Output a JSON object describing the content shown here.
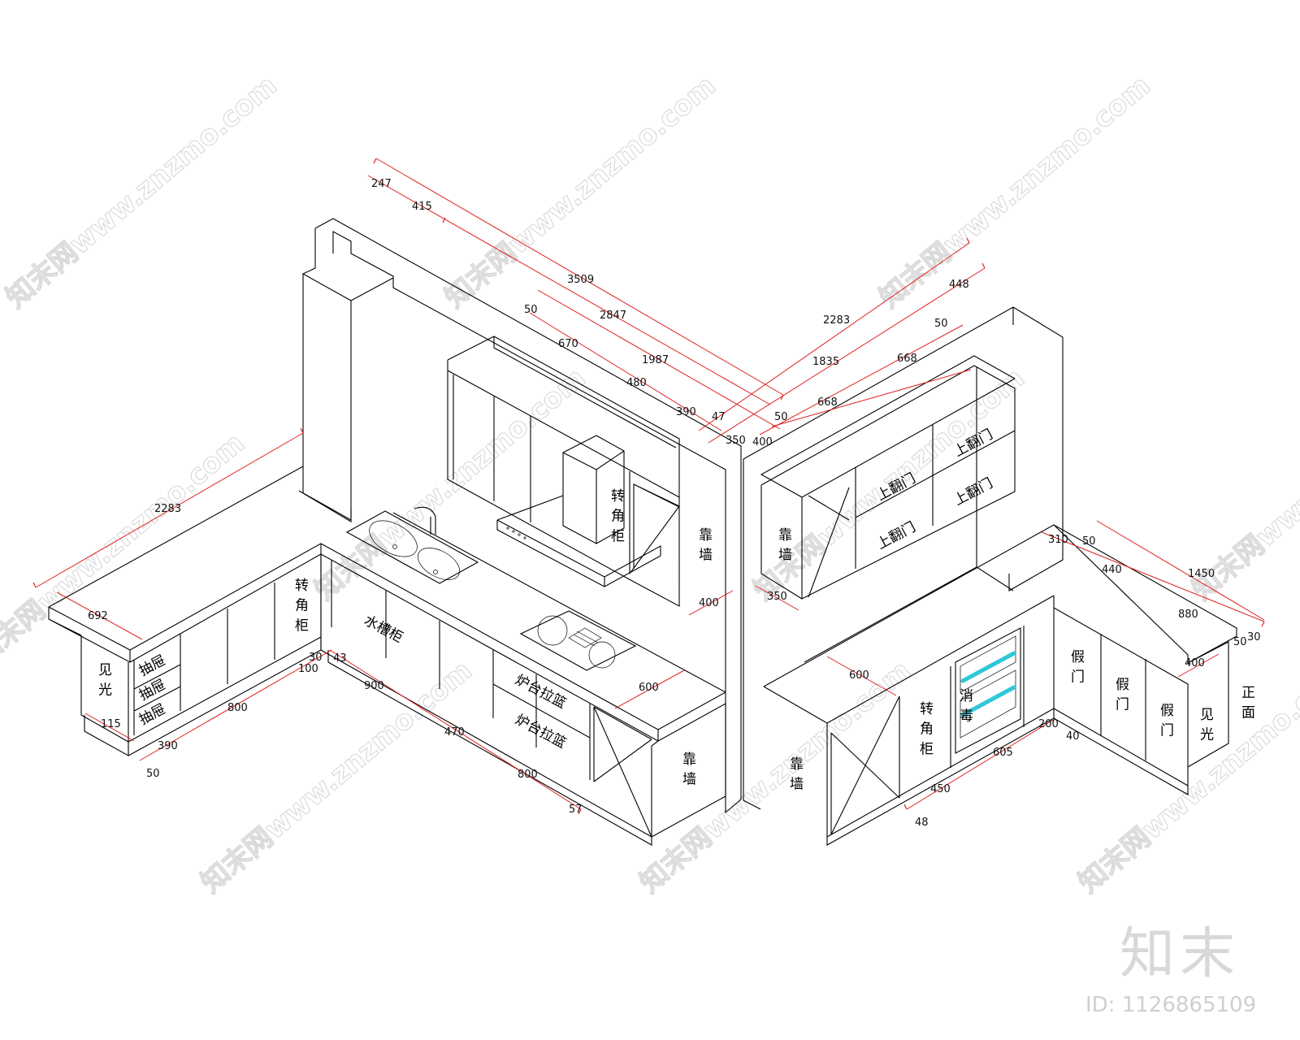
{
  "colors": {
    "line": "#000000",
    "dimension": "#e02020",
    "handle": "#2ec8d8",
    "watermark": "#d0d0d0"
  },
  "watermark": "知末网www.znzmo.com",
  "logo": "知末",
  "doc_id": "ID: 1126865109",
  "labels": {
    "corner_cab_upper": "转\n角\n柜",
    "corner_cab_lower": "转\n角\n柜",
    "corner_cab_right": "转\n角\n柜",
    "sink_cab": "水槽柜",
    "stove_basket_1": "炉台拉篮",
    "stove_basket_2": "炉台拉篮",
    "drawer_1": "抽屉",
    "drawer_2": "抽屉",
    "drawer_3": "抽屉",
    "visible_left": "见\n光",
    "visible_right": "见\n光",
    "against_wall_1": "靠\n墙",
    "against_wall_2": "靠\n墙",
    "against_wall_3": "靠\n墙",
    "against_wall_4": "靠\n墙",
    "flip_door_1": "上翻门",
    "flip_door_2": "上翻门",
    "flip_door_3": "上翻门",
    "flip_door_4": "上翻门",
    "fake_door_1": "假\n门",
    "fake_door_2": "假\n门",
    "fake_door_3": "假\n门",
    "front_face": "正\n面",
    "sterilizer": "消\n毒"
  },
  "dimensions": {
    "d247": "247",
    "d415": "415",
    "d3509": "3509",
    "d2847": "2847",
    "d50a": "50",
    "d670": "670",
    "d1987": "1987",
    "d480": "480",
    "d390a": "390",
    "d47": "47",
    "d50b": "50",
    "d350a": "350",
    "d400a": "400",
    "d2283a": "2283",
    "d448": "448",
    "d1835": "1835",
    "d668a": "668",
    "d50c": "50",
    "d668b": "668",
    "d2283b": "2283",
    "d692": "692",
    "d400b": "400",
    "d350b": "350",
    "d310": "310",
    "d50d": "50",
    "d440": "440",
    "d1450": "1450",
    "d880": "880",
    "d50e": "50",
    "d30a": "30",
    "d400c": "400",
    "d600a": "600",
    "d600b": "600",
    "d30b": "30",
    "d43": "43",
    "d100": "100",
    "d900": "900",
    "d800a": "800",
    "d470": "470",
    "d800b": "800",
    "d57": "57",
    "d115": "115",
    "d390b": "390",
    "d50f": "50",
    "d200": "200",
    "d40": "40",
    "d605": "605",
    "d450": "450",
    "d48": "48"
  }
}
